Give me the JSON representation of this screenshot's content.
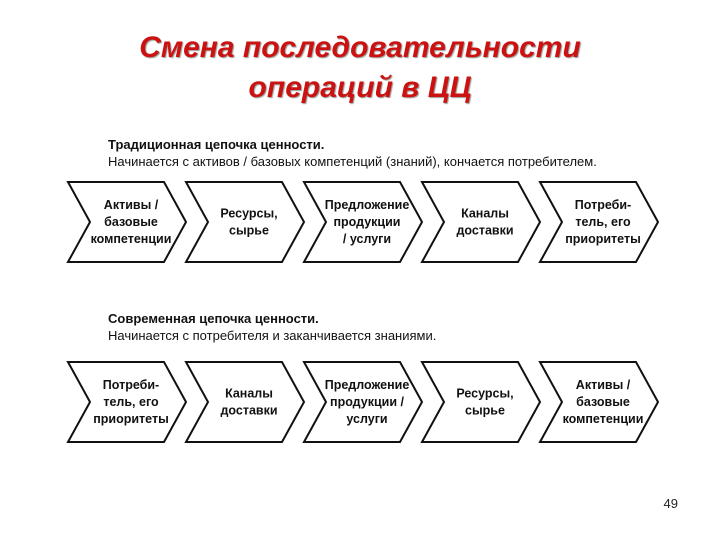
{
  "title": {
    "line1": "Смена последовательности",
    "line2": "операций в ЦЦ"
  },
  "traditional": {
    "heading": "Традиционная цепочка ценности.",
    "subheading": "Начинается с активов / базовых компетенций (знаний), кончается потребителем.",
    "steps": [
      [
        "Активы /",
        "базовые",
        "компетенции"
      ],
      [
        "Ресурсы,",
        "сырье"
      ],
      [
        "Предложение",
        "продукции",
        "/ услуги"
      ],
      [
        "Каналы",
        "доставки"
      ],
      [
        "Потреби-",
        "тель, его",
        "приоритеты"
      ]
    ]
  },
  "modern": {
    "heading": "Современная цепочка ценности.",
    "subheading": "Начинается с потребителя и заканчивается знаниями.",
    "steps": [
      [
        "Потреби-",
        "тель, его",
        "приоритеты"
      ],
      [
        "Каналы",
        "доставки"
      ],
      [
        "Предложение",
        "продукции /",
        "услуги"
      ],
      [
        "Ресурсы,",
        "сырье"
      ],
      [
        "Активы /",
        "базовые",
        "компетенции"
      ]
    ]
  },
  "page_number": "49",
  "colors": {
    "title": "#cc1111",
    "stroke": "#111111"
  }
}
